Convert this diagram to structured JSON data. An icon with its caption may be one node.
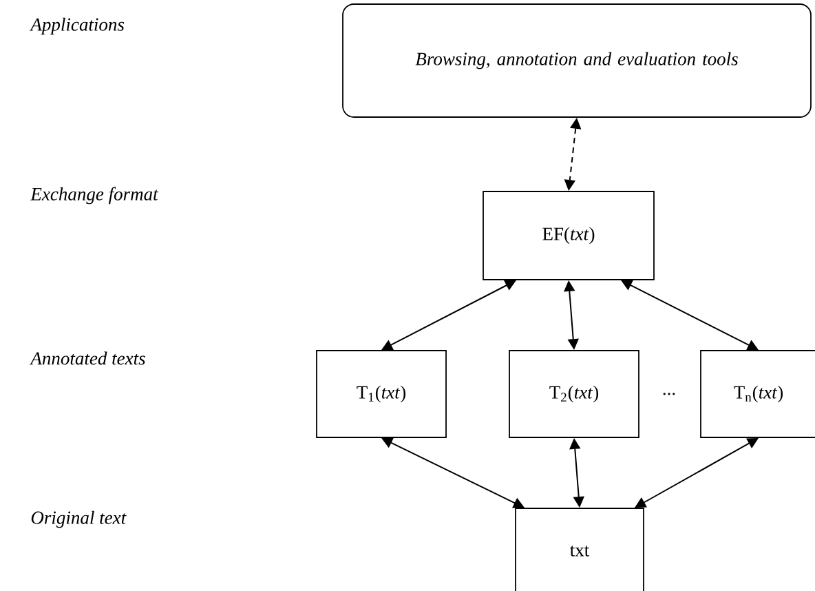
{
  "diagram": {
    "nodes": [
      {
        "text": [
          "Browsing, annotation and evaluation tools"
        ]
      },
      {
        "text": [
          "EF(*txt*)"
        ]
      },
      {
        "text": [
          "T$_{1}$(*txt*)"
        ]
      },
      {
        "text": [
          "T$_{2}$(*txt*)"
        ]
      },
      {
        "text": [
          "T$_{n}$(*txt*)"
        ]
      },
      {
        "text": [
          "txt"
        ]
      }
    ],
    "edges": [
      {
        "from": 0,
        "to": 1,
        "arrow": "both",
        "style": "dashed"
      },
      {
        "from": 1,
        "to": 2,
        "arrow": "both"
      },
      {
        "from": 1,
        "to": 3,
        "arrow": "both"
      },
      {
        "from": 1,
        "to": 4,
        "arrow": "both"
      },
      {
        "from": 2,
        "to": 5,
        "arrow": "both"
      },
      {
        "from": 3,
        "to": 5,
        "arrow": "both"
      },
      {
        "from": 4,
        "to": 5,
        "arrow": "both"
      }
    ],
    "labels": [
      "Applications",
      "Exchange format",
      "Annotated texts",
      "...",
      "Original text"
    ]
  }
}
